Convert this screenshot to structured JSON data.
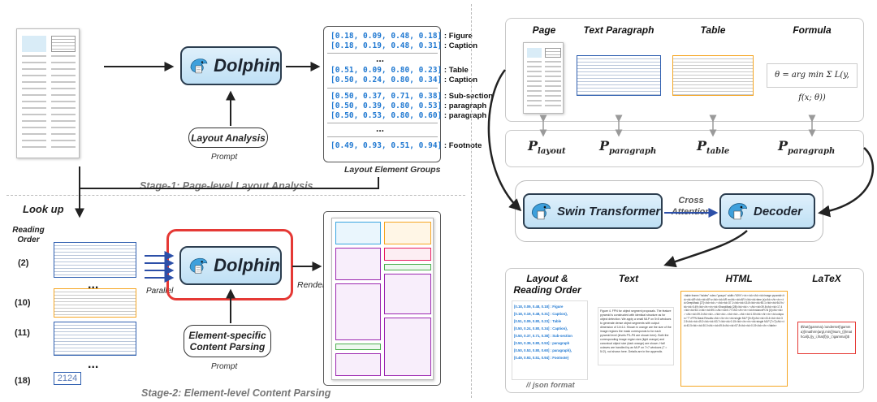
{
  "left": {
    "model_name": "Dolphin",
    "stage1": {
      "prompt_box": "Layout Analysis",
      "prompt_label": "Prompt",
      "stage_label": "Stage-1: Page-level Layout Analysis",
      "groups_label": "Layout Element Groups",
      "rows": [
        {
          "coords": "[0.18, 0.09, 0.48, 0.18]",
          "sep": " : ",
          "label": "Figure"
        },
        {
          "coords": "[0.18, 0.19, 0.48, 0.31]",
          "sep": " : ",
          "label": "Caption"
        },
        {
          "coords": "[0.51, 0.09, 0.80, 0.23]",
          "sep": " : ",
          "label": "Table"
        },
        {
          "coords": "[0.50, 0.24, 0.80, 0.34]",
          "sep": " : ",
          "label": "Caption"
        },
        {
          "coords": "[0.50, 0.37, 0.71, 0.38]",
          "sep": " : ",
          "label": "Sub-section"
        },
        {
          "coords": "[0.50, 0.39, 0.80, 0.53]",
          "sep": " : ",
          "label": "paragraph"
        },
        {
          "coords": "[0.50, 0.53, 0.80, 0.60]",
          "sep": " : ",
          "label": "paragraph"
        },
        {
          "coords": "[0.49, 0.93, 0.51, 0.94]",
          "sep": " : ",
          "label": "Footnote"
        }
      ],
      "dots": "..."
    },
    "lookup": "Look up",
    "stage2": {
      "reading_order_label": "Reading Order",
      "order_numbers": [
        "(2)",
        "(10)",
        "(11)",
        "(18)"
      ],
      "parallel_label": "Parallel",
      "render_label": "Render",
      "prompt_box": "Element-specific Content Parsing",
      "prompt_label": "Prompt",
      "stage_label": "Stage-2: Element-level Content Parsing",
      "footnote_number": "2124",
      "dots": "..."
    }
  },
  "right": {
    "top_headers": [
      "Page",
      "Text Paragraph",
      "Table",
      "Formula"
    ],
    "prompt_tokens": [
      {
        "p": "P",
        "sub": "layout"
      },
      {
        "p": "P",
        "sub": "paragraph"
      },
      {
        "p": "P",
        "sub": "table"
      },
      {
        "p": "P",
        "sub": "paragraph"
      }
    ],
    "encoder": "Swin Transformer",
    "decoder": "Decoder",
    "cross_attention": "Cross Attention",
    "bottom_headers": [
      "Layout & Reading Order",
      "Text",
      "HTML",
      "LaTeX"
    ],
    "json_format": "// json format",
    "layout_rows": [
      "[0.18, 0.09, 0.48, 0.18] : Figure",
      "[0.18, 0.19, 0.48, 0.31] : Caption},",
      "[0.51, 0.09, 0.80, 0.23] : Table",
      "[0.50, 0.24, 0.80, 0.34] : Caption},",
      "[0.50, 0.37, 0.71, 0.38] : Sub-section",
      "[0.50, 0.39, 0.80, 0.53] : paragraph",
      "[0.50, 0.53, 0.80, 0.60] : paragraph},",
      "[0.49, 0.93, 0.51, 0.94] : Footnote}"
    ],
    "text_output": "Figure 4. FPN for object segment proposals. The feature pyramid is constructed with identical structure as for object detection. We apply a small MLP on 5×5 windows to generate dense object segments with output dimension of 14×14. Shown in orange are the size of the image regions the mask corresponds to for each pyramid level (levels P3–P6 are shown here). Both the corresponding image region size (light orange) and canonical object size (dark orange) are shown. Half octaves are handled by an MLP on 7×7 windows (7 ≈ 5√2), not shown here. Details are in the appendix.",
    "html_output": "<table frame=\"hsides\" rules=\"groups\" width=\"60%\"><tr><td></td><td>image pyramid</td><td>AR</td><td>AR s</td><td>AR m</td><td>AR l</td><td>time (s)</td></tr><tr><td>DeepMask [27]</td><td>✓</td><td>37.1</td><td>15.8</td><td>50.1</td><td>54.9</td><td>0.49</td></tr><tr><td>SharpMask [28]</td><td>✓</td><td>39.8</td><td>17.4</td><td>53.1</td><td>59.1</td><td>0.77</td></tr><tr><td>InstanceFCN [4]</td><td>✓</td><td>39.2</td><td>–</td><td>–</td><td>–</td><td>1.50</td></tr><tr><td colspan=\"7\">FPN Mask Results:</td></tr><tr><td>single MLP [5×5]</td><td>43.4</td><td>32.5</td><td>49.2</td><td>53.7</td><td>0.15</td></tr><tr><td>single MLP [7×7]</td><td>43.5</td><td>30.0</td><td>49.6</td><td>57.8</td><td>0.19</td></tr></table>",
    "latex_output": "$\\hat{\\gamma}=\\underset{\\gamma}{\\mathrm{arg\\,min}}\\sum_{i}\\mathcal{L}(y_i,\\hat{f}(x_i;\\gamma))$",
    "formula_display": "θ = arg min Σ L(y, f(x; θ))"
  },
  "colors": {
    "coord_blue": "#1f78d1",
    "highlight_red": "#e53935",
    "table_orange": "#f5a623",
    "text_blue": "#2f5fb0"
  }
}
